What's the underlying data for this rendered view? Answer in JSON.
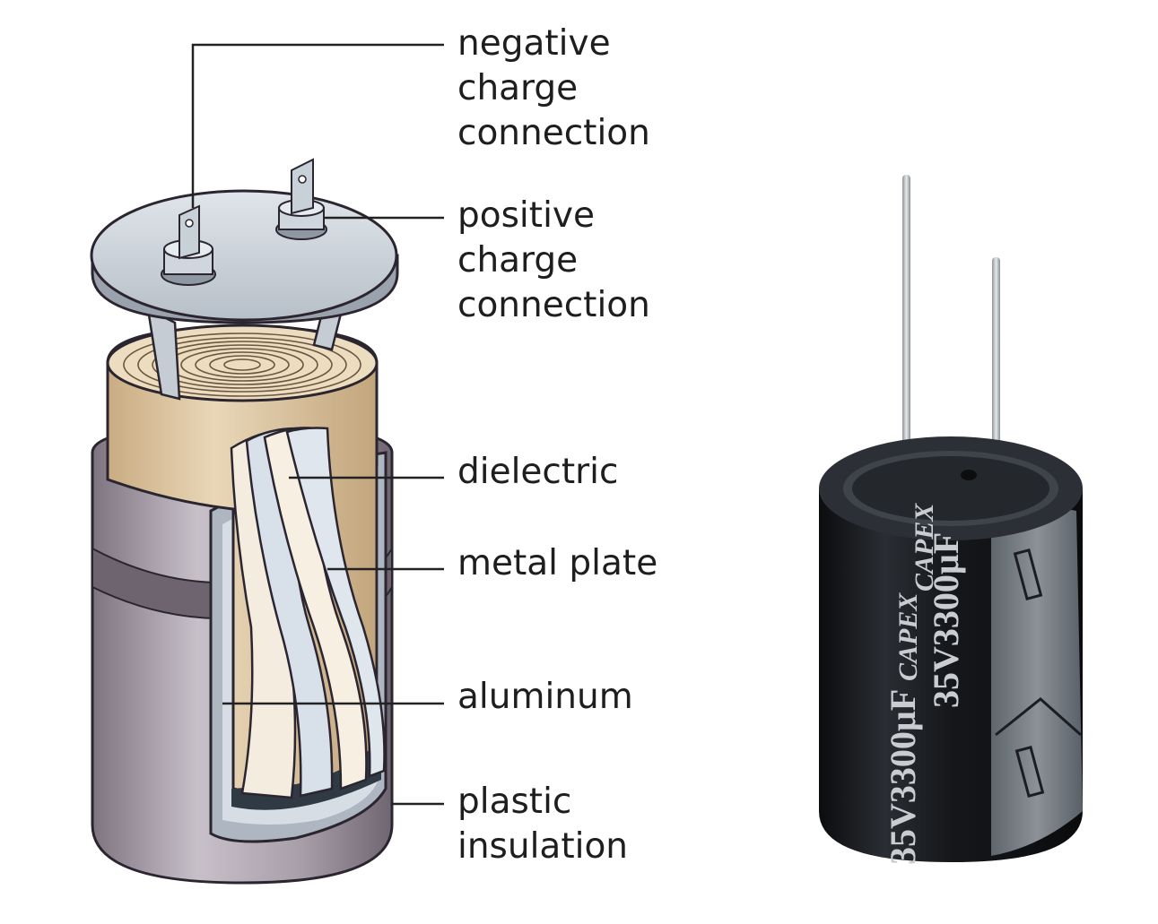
{
  "labels": {
    "negative": [
      "negative",
      "charge",
      "connection"
    ],
    "positive": [
      "positive",
      "charge",
      "connection"
    ],
    "dielectric": "dielectric",
    "metal_plate": "metal plate",
    "aluminum": "aluminum",
    "plastic": [
      "plastic",
      "insulation"
    ]
  },
  "photo_marking": {
    "brand": "CAPEX",
    "spec_1": "35V3300µF",
    "spec_2": "CAPEX",
    "spec_3": "35V3300µF"
  },
  "colors": {
    "label_text": "#1e1e1e",
    "leader_line": "#222222",
    "lid": "#c5ccd4",
    "casing": "#a59ca6",
    "paper_roll": "#d9c3a0",
    "capacitor_sleeve": "#1a1c20",
    "sleeve_stripe": "#7b8087"
  }
}
